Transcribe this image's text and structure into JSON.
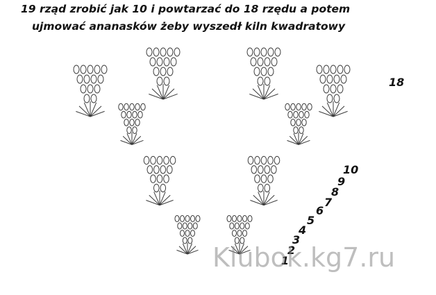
{
  "title_lines": [
    "19 rząd zrobić jak 10 i powtarzać do 18 rzędu a potem",
    "ujmować ananasków żeby wyszedł kiln kwadratowy"
  ],
  "row_labels": [
    "18",
    "10",
    "9",
    "8",
    "7",
    "6",
    "5",
    "4",
    "3",
    "2",
    "1"
  ],
  "watermark": "Klubok.kg7.ru",
  "colors": {
    "ink": "#111111",
    "stitch": "#3a3a3a",
    "background": "#ffffff",
    "watermark": "#8a8a8a"
  },
  "icons": [
    "crochet-chart",
    "pineapple-motif"
  ]
}
